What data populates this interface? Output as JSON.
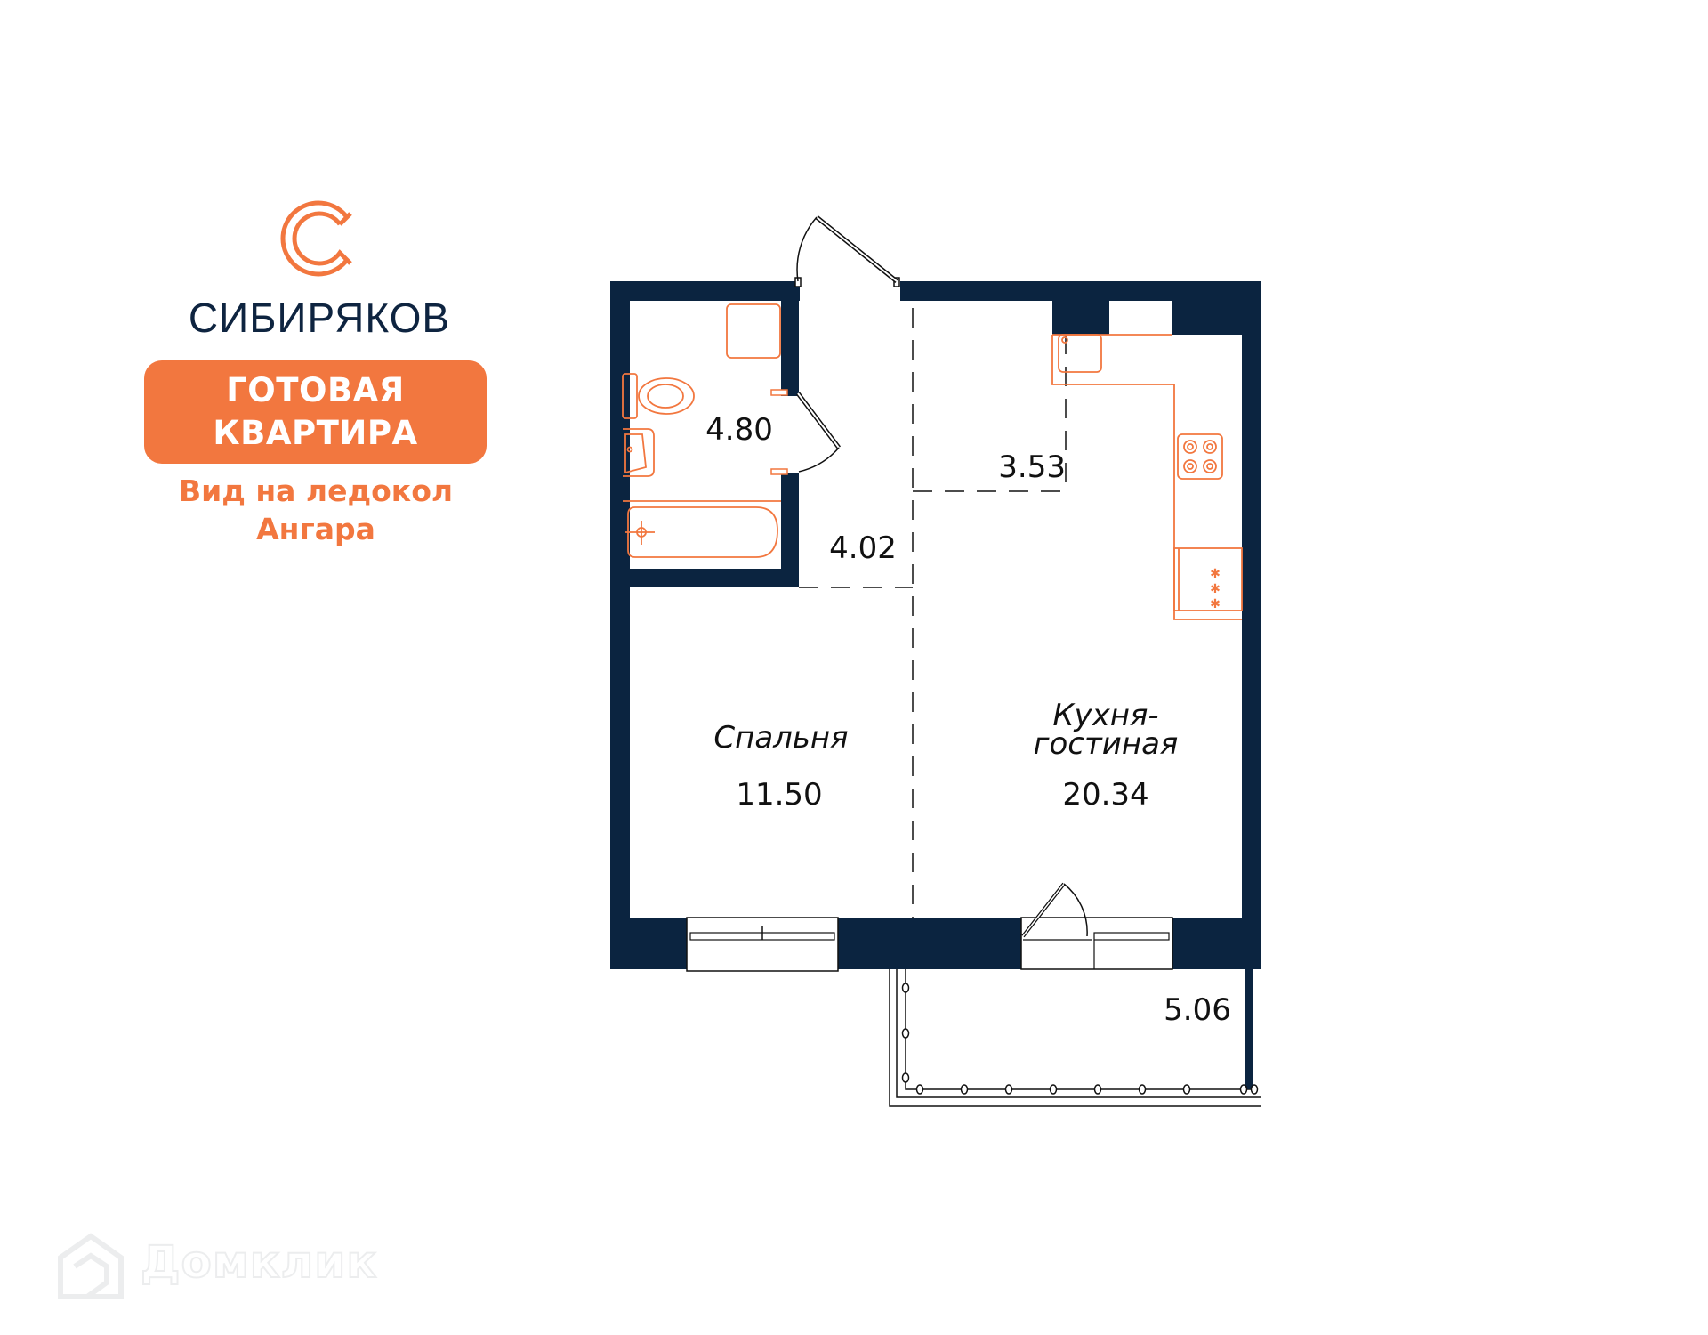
{
  "brand": {
    "logo_icon": "letter-c-monogram-icon",
    "name": "СИБИРЯКОВ",
    "color_navy": "#0e2440",
    "color_orange": "#f2773f"
  },
  "badge": {
    "line1": "ГОТОВАЯ",
    "line2": "КВАРТИРА"
  },
  "subtitle": {
    "line1": "Вид на ледокол",
    "line2": "Ангара"
  },
  "floor_plan": {
    "wall_color": "#0b2440",
    "fixture_color": "#f2773f",
    "rooms": [
      {
        "id": "bathroom",
        "label": "",
        "area": "4.80"
      },
      {
        "id": "hallway",
        "label": "",
        "area": "4.02"
      },
      {
        "id": "entry-nook",
        "label": "",
        "area": "3.53"
      },
      {
        "id": "bedroom",
        "label": "Спальня",
        "area": "11.50"
      },
      {
        "id": "kitchen-living",
        "label_line1": "Кухня-",
        "label_line2": "гостиная",
        "area": "20.34"
      },
      {
        "id": "balcony",
        "label": "",
        "area": "5.06"
      }
    ],
    "fixtures": [
      "washing-machine-icon",
      "toilet-icon",
      "sink-icon",
      "bathtub-icon",
      "kitchen-sink-icon",
      "cooktop-icon",
      "fridge-icon"
    ]
  },
  "watermark": {
    "icon": "house-icon",
    "text": "Домклик"
  }
}
